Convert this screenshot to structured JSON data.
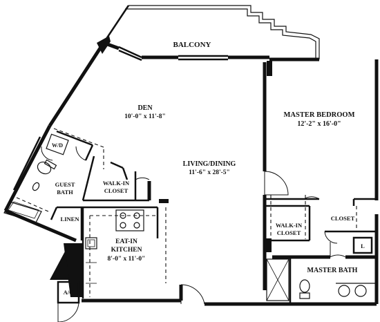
{
  "rooms": {
    "balcony": {
      "name": "BALCONY"
    },
    "den": {
      "name": "DEN",
      "size": "10'-0\" x 11'-8\""
    },
    "master_bedroom": {
      "name": "MASTER BEDROOM",
      "size": "12'-2\" x 16'-0\""
    },
    "living_dining": {
      "name": "LIVING/DINING",
      "size": "11'-6\" x 28'-5\""
    },
    "wd": {
      "name": "W/D"
    },
    "guest_bath": {
      "name_line1": "GUEST",
      "name_line2": "BATH"
    },
    "walkin_closet_1": {
      "name_line1": "WALK-IN",
      "name_line2": "CLOSET"
    },
    "linen": {
      "name": "LINEN"
    },
    "walkin_closet_2": {
      "name_line1": "WALK-IN",
      "name_line2": "CLOSET"
    },
    "closet": {
      "name": "CLOSET"
    },
    "laundry": {
      "name": "L"
    },
    "kitchen": {
      "name_line1": "EAT-IN",
      "name_line2": "KITCHEN",
      "size": "8'-0\" x 11'-0\""
    },
    "master_bath": {
      "name": "MASTER BATH"
    },
    "ac": {
      "name": "A/C"
    }
  }
}
